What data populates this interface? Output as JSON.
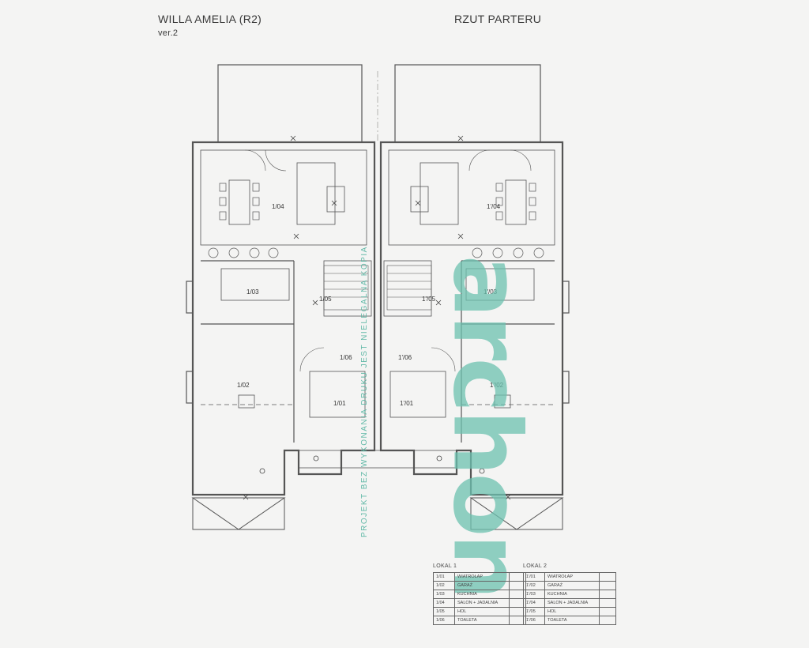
{
  "header": {
    "title": "WILLA AMELIA (R2)",
    "version": "ver.2",
    "plan_name": "RZUT PARTERU"
  },
  "rooms": {
    "left": [
      "1/04",
      "1/03",
      "1/05",
      "1/06",
      "1/02",
      "1/01"
    ],
    "right": [
      "1'/04",
      "1'/03",
      "1'/05",
      "1'/06",
      "1'/02",
      "1'/01"
    ]
  },
  "watermark": {
    "brand": "archon",
    "notice": "PROJEKT BEZ WYKONANIA DRUKU JEST NIELEGALNA KOPIA"
  },
  "legend": [
    {
      "title": "LOKAL 1",
      "rows": [
        {
          "id": "1/01",
          "name": "WIATROŁAP"
        },
        {
          "id": "1/02",
          "name": "GARAŻ"
        },
        {
          "id": "1/03",
          "name": "KUCHNIA"
        },
        {
          "id": "1/04",
          "name": "SALON + JADALNIA"
        },
        {
          "id": "1/05",
          "name": "HOL"
        },
        {
          "id": "1/06",
          "name": "TOALETA"
        }
      ]
    },
    {
      "title": "LOKAL 2",
      "rows": [
        {
          "id": "1'/01",
          "name": "WIATROŁAP"
        },
        {
          "id": "1'/02",
          "name": "GARAŻ"
        },
        {
          "id": "1'/03",
          "name": "KUCHNIA"
        },
        {
          "id": "1'/04",
          "name": "SALON + JADALNIA"
        },
        {
          "id": "1'/05",
          "name": "HOL"
        },
        {
          "id": "1'/06",
          "name": "TOALETA"
        }
      ]
    }
  ]
}
